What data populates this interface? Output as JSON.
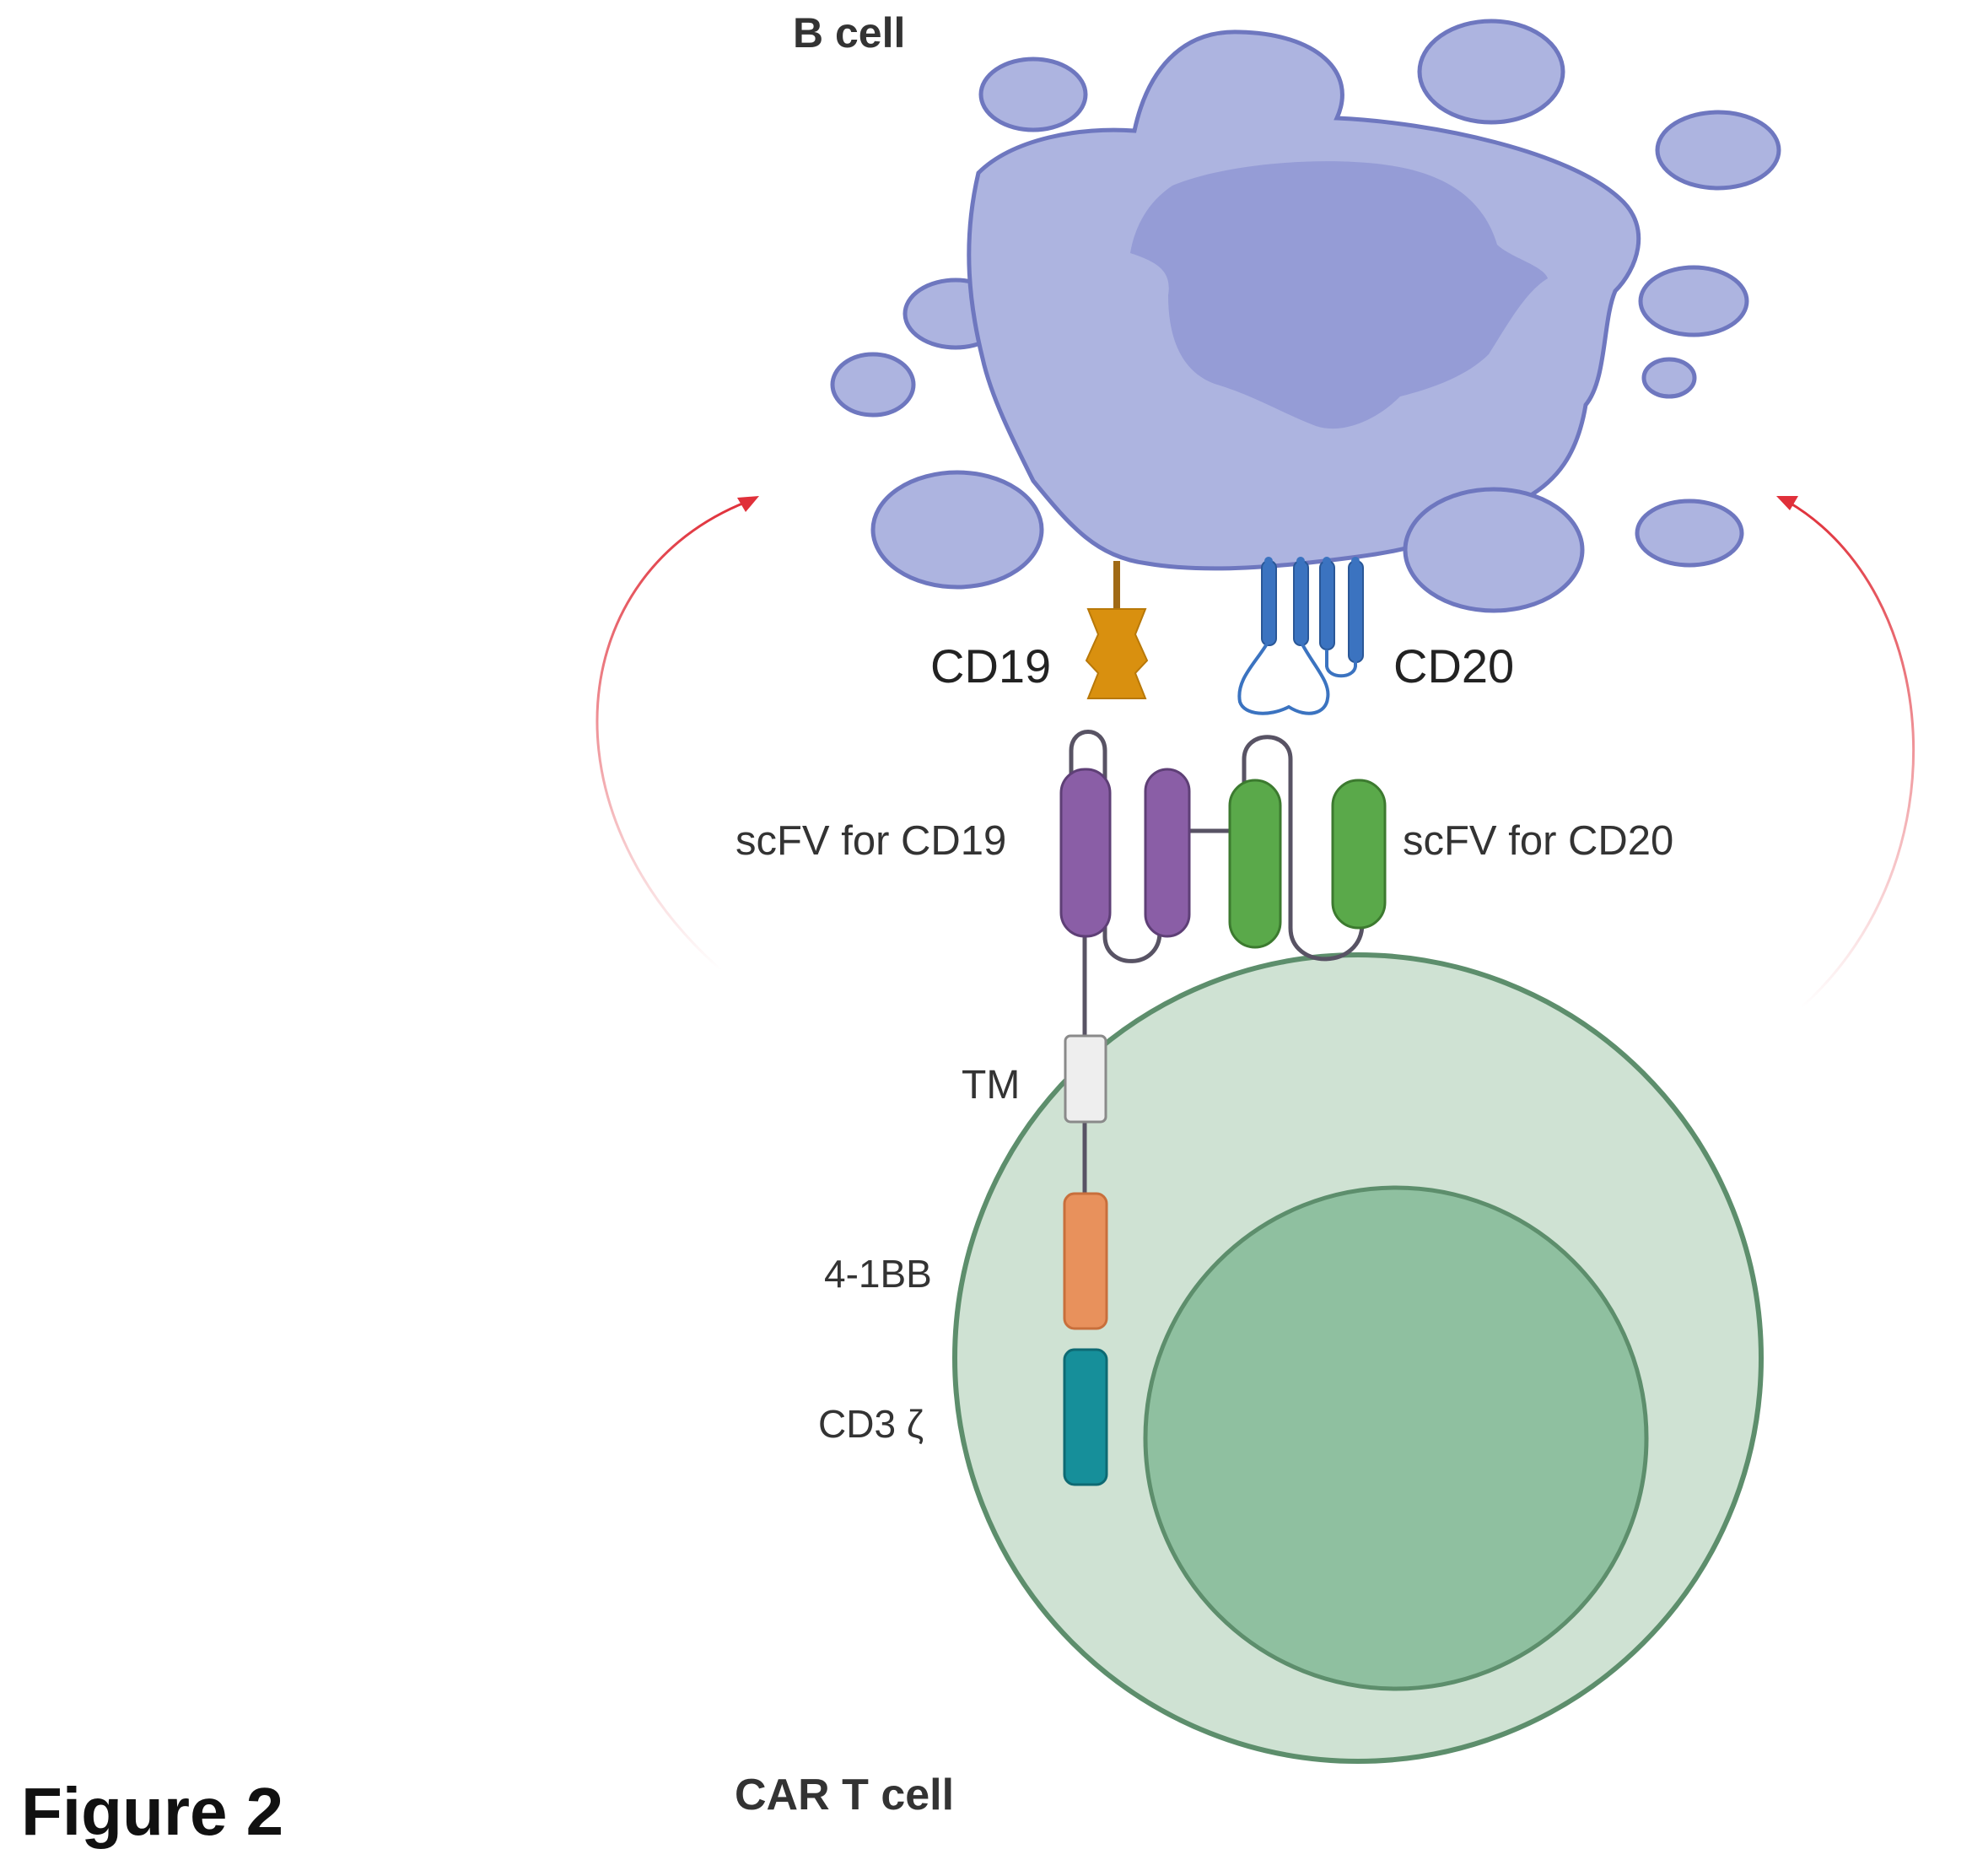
{
  "figure": {
    "caption": "Figure 2",
    "b_cell_label": "B cell",
    "car_t_cell_label": "CAR T cell"
  },
  "labels": {
    "cd19": "CD19",
    "cd20": "CD20",
    "scfv_cd19": "scFV for CD19",
    "scfv_cd20": "scFV for CD20",
    "tm": "TM",
    "costim": "4-1BB",
    "cd3z": "CD3 ζ"
  },
  "colors": {
    "b_cell_fill": "#adb4e0",
    "b_cell_outline": "#6e77bf",
    "b_cell_nucleus": "#959cd6",
    "t_cell_outer": "#cfe2d3",
    "t_cell_nucleus": "#8fc0a0",
    "t_cell_outline": "#5d8e6c",
    "cd19": "#d9900f",
    "cd20": "#3b73c0",
    "scfv_cd19": "#8a5ea6",
    "scfv_cd20": "#5aa94a",
    "tm": "#eeeeee",
    "costim_4_1bb": "#e8915c",
    "cd3_zeta": "#168f9a",
    "arrows": "#e0303a"
  }
}
